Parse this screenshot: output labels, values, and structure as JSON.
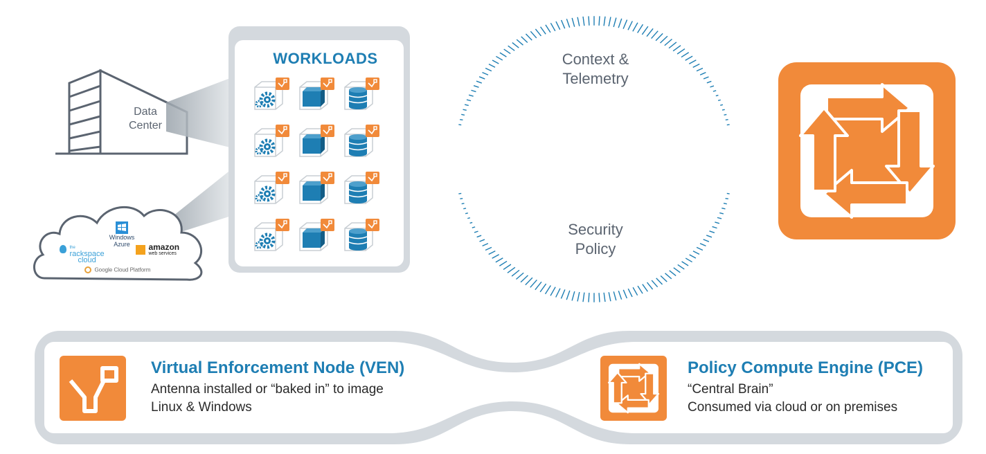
{
  "data_center": {
    "line1": "Data",
    "line2": "Center"
  },
  "workloads": {
    "title": "WORKLOADS"
  },
  "flows": {
    "context": {
      "line1": "Context &",
      "line2": "Telemetry"
    },
    "security": {
      "line1": "Security",
      "line2": "Policy"
    }
  },
  "cloud_providers": {
    "azure": "Windows Azure",
    "rackspace_small": "the",
    "rackspace_1": "rackspace",
    "rackspace_2": "cloud",
    "amazon_1": "amazon",
    "amazon_2": "web services",
    "google": "Google Cloud Platform"
  },
  "legend": {
    "ven": {
      "title": "Virtual Enforcement Node (VEN)",
      "line1": "Antenna installed or “baked in” to image",
      "line2": "Linux & Windows"
    },
    "pce": {
      "title": "Policy Compute Engine (PCE)",
      "line1": "“Central Brain”",
      "line2": "Consumed via cloud or on premises"
    }
  },
  "colors": {
    "orange": "#f18a3a",
    "blue": "#1e7eb3",
    "gray": "#d4d9de",
    "dark_gray": "#5b6470"
  },
  "icons": {
    "building": "building-icon",
    "cloud": "cloud-icon",
    "gear_workload": "gear-workload-icon",
    "server_workload": "server-workload-icon",
    "database_workload": "database-workload-icon",
    "ven": "ven-icon",
    "pce": "pce-icon"
  }
}
